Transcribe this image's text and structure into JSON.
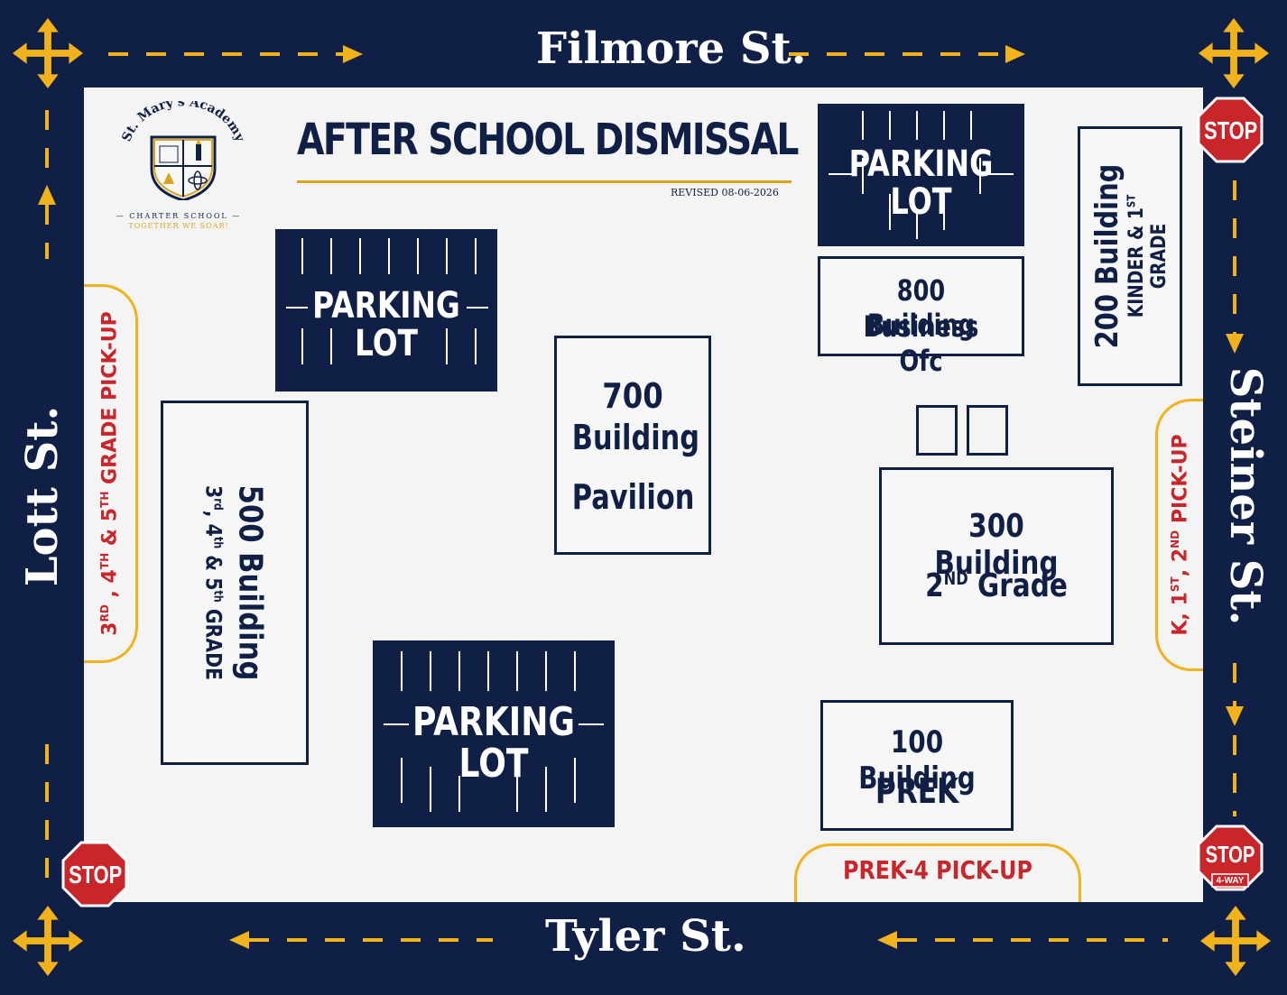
{
  "streets": {
    "north": "Filmore St.",
    "south": "Tyler St.",
    "west": "Lott St.",
    "east": "Steiner St."
  },
  "header": {
    "title": "AFTER SCHOOL DISMISSAL",
    "revised": "REVISED 08-06-2026"
  },
  "logo": {
    "arc_text": "St. Mary's Academy",
    "subtitle": "CHARTER SCHOOL",
    "motto": "TOGETHER WE SOAR!"
  },
  "parking_lots": [
    {
      "line1": "PARKING",
      "line2": "LOT"
    },
    {
      "line1": "PARKING",
      "line2": "LOT"
    },
    {
      "line1": "PARKING",
      "line2": "LOT"
    }
  ],
  "buildings": {
    "b500": {
      "line1": "500 Building",
      "grade_nums": [
        "3",
        "4",
        "5"
      ],
      "grade_sups": [
        "rd",
        "th",
        "th"
      ],
      "grade_word": "GRADE"
    },
    "b700": {
      "line1": "700",
      "line2": "Building",
      "line3": "Pavilion"
    },
    "b800": {
      "line1": "800 Building",
      "line2": "Business Ofc"
    },
    "b200": {
      "line1": "200 Building",
      "line2": "KINDER & 1",
      "line2_sup": "ST",
      "line3": "GRADE"
    },
    "b300": {
      "line1": "300 Building",
      "line2_num": "2",
      "line2_sup": "ND",
      "line2_word": "Grade"
    },
    "b100": {
      "line1": "100 Building",
      "line2": "PREK"
    }
  },
  "pickups": {
    "west": {
      "nums": [
        "3",
        "4",
        "5"
      ],
      "sups": [
        "RD",
        "TH",
        "TH"
      ],
      "word": "GRADE PICK-UP"
    },
    "east": {
      "k": "K, 1",
      "sup1": "ST",
      "mid": ", 2",
      "sup2": "ND",
      "word": "PICK-UP"
    },
    "south": "PREK-4 PICK-UP"
  },
  "signs": {
    "stop": "STOP",
    "four_way": "4-WAY"
  },
  "colors": {
    "navy": "#0f1f45",
    "gold": "#f2b21b",
    "red": "#c8262b",
    "map_bg": "#f4f4f4"
  }
}
